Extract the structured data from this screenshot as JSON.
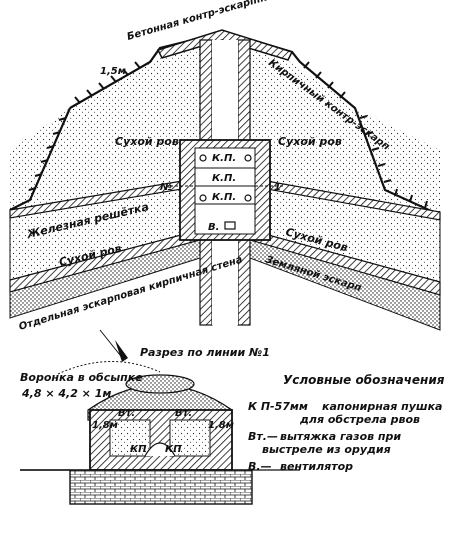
{
  "colors": {
    "ink": "#111111",
    "paper": "#ffffff"
  },
  "labels": {
    "concrete_gallery": "Бетонная контр-эскарпная галерея",
    "brick_counterscarp": "Кирпичный контр-эскарп",
    "width_mark": "1,5м",
    "dry_ditch_top_left": "Сухой ров",
    "dry_ditch_top_right": "Сухой ров",
    "kp_top": "К.П.",
    "kp_mid": "К.П.",
    "kp_bottom": "К.П.",
    "number_mark": "№",
    "one_mark": "1",
    "iron_grate": "Железная решётка",
    "dry_ditch_left": "Сухой ров",
    "dry_ditch_right": "Сухой ров",
    "v_mark": "В.",
    "separate_wall": "Отдельная эскарповая кирпичная стена",
    "earthen_escarp": "Земляной эскарп"
  },
  "section": {
    "title": "Разрез по линии №1",
    "crater_label": "Воронка в обсыпке",
    "crater_dims": "4,8 × 4,2 × 1м",
    "vt_left": "Вт.",
    "vt_right": "Вт.",
    "kp_left": "КП",
    "kp_right": "КП",
    "dim_left": "1,8м",
    "dim_right": "1,8м"
  },
  "legend": {
    "title": "Условные обозначения",
    "items": [
      {
        "key": "К П-57мм",
        "text": "капонирная пушка для обстрела рвов"
      },
      {
        "key": "Вт.—",
        "text": "вытяжка газов при выстреле из орудия"
      },
      {
        "key": "В.—",
        "text": "вентилятор"
      }
    ]
  }
}
